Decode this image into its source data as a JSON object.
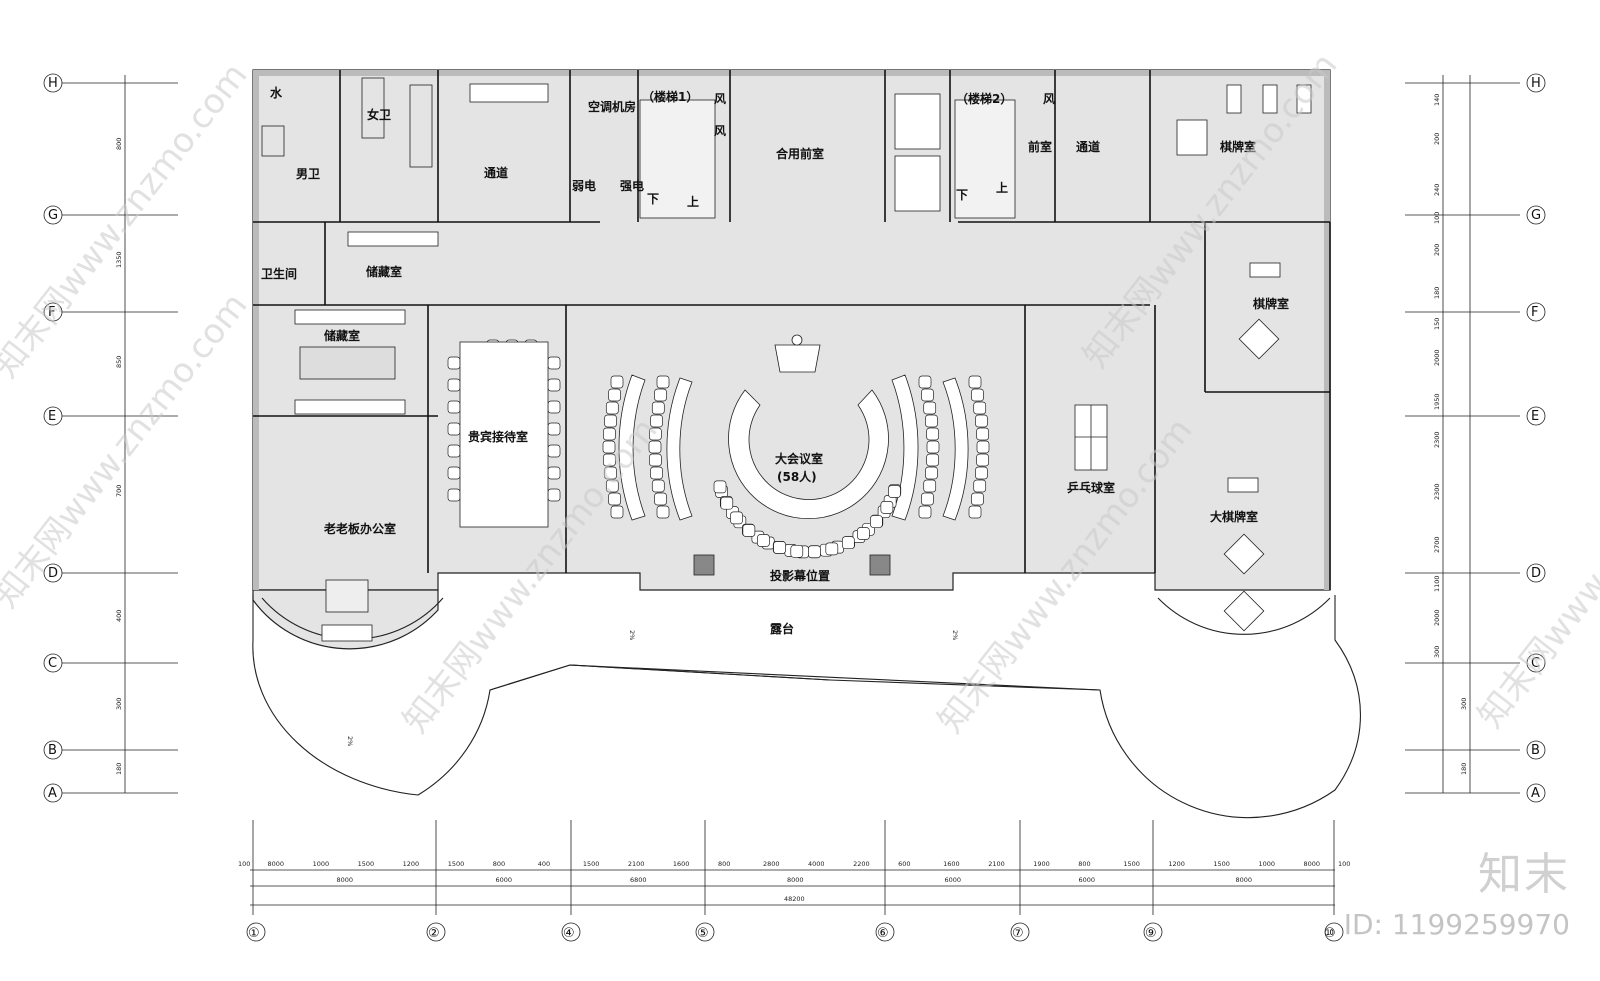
{
  "rooms": {
    "water": "水",
    "female_wc": "女卫",
    "male_wc": "男卫",
    "corridor_left": "通道",
    "ac_room": "空调机房",
    "stair1": "（楼梯1）",
    "vent": "风",
    "weak_elec": "弱电",
    "strong_elec": "强电",
    "down": "下",
    "up": "上",
    "shared_lobby": "合用前室",
    "stair2": "（楼梯2）",
    "front_room": "前室",
    "corridor_right": "通道",
    "chess_room_top": "棋牌室",
    "washroom": "卫生间",
    "storage1": "储藏室",
    "storage2": "储藏室",
    "vip_reception": "贵宾接待室",
    "conference": "大会议室",
    "conference_capacity": "(58人)",
    "pingpong": "乒乓球室",
    "chess_room_mid": "棋牌室",
    "big_chess_room": "大棋牌室",
    "boss_office": "老老板办公室",
    "projection": "投影幕位置",
    "terrace": "露台",
    "slope": "2%"
  },
  "axes_rows": [
    "H",
    "G",
    "F",
    "E",
    "D",
    "C",
    "B",
    "A"
  ],
  "axes_cols": [
    "①",
    "②",
    "④",
    "⑤",
    "⑥",
    "⑦",
    "⑨",
    "⑩"
  ],
  "dims_left": [
    "800",
    "1350",
    "850",
    "700",
    "400",
    "300",
    "180"
  ],
  "dims_right": [
    "140",
    "200",
    "240",
    "100",
    "200",
    "180",
    "150",
    "2000",
    "1950",
    "2300",
    "2300",
    "2700",
    "1100",
    "2000",
    "300",
    "300",
    "180"
  ],
  "dims_bottom_row1": [
    "8000",
    "1000",
    "1500",
    "1200",
    "1500",
    "800",
    "400",
    "1500",
    "2100",
    "1600",
    "800",
    "2800",
    "4000",
    "2200",
    "600",
    "1600",
    "2100",
    "1900",
    "800",
    "1500",
    "1200",
    "1500",
    "1000",
    "8000"
  ],
  "dims_bottom_row2": [
    "8000",
    "6000",
    "6800",
    "8000",
    "6000",
    "6000",
    "8000"
  ],
  "dims_bottom_total": "48200",
  "dims_bottom_edge": [
    "100",
    "100"
  ],
  "watermark": "知末网www.znzmo.com",
  "brand": "知末",
  "image_id": "ID: 1199259970"
}
